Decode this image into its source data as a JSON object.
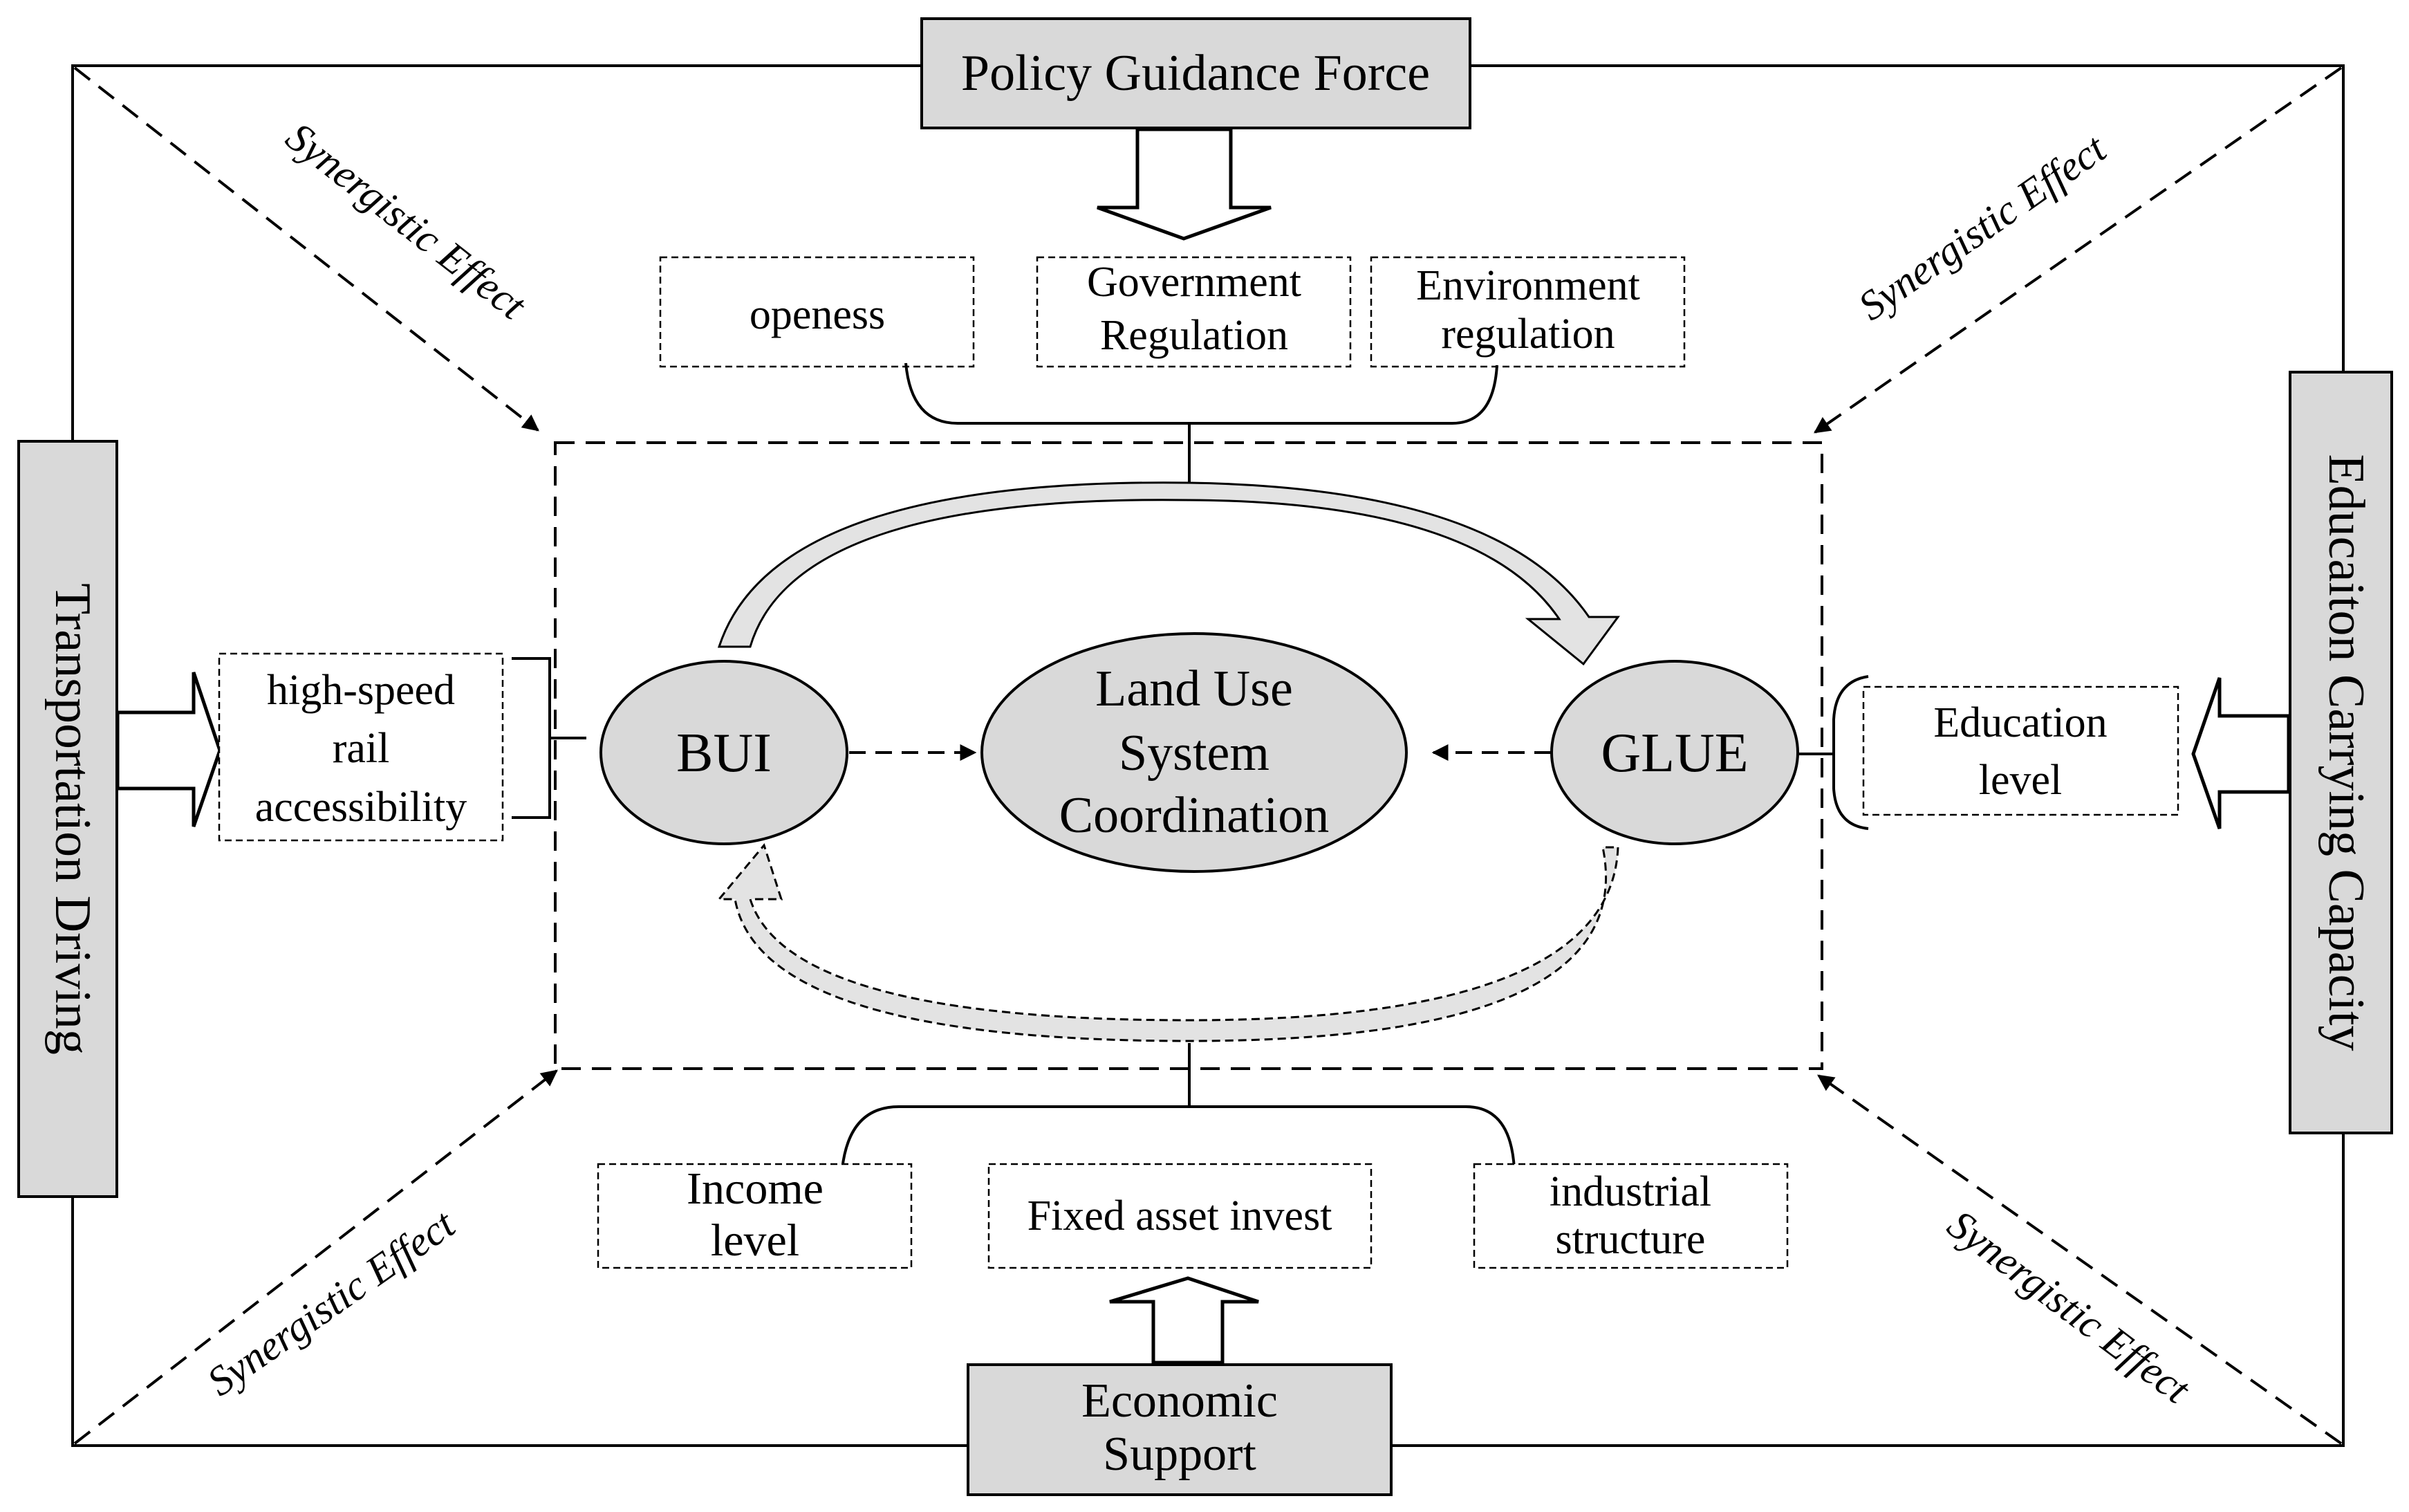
{
  "forces": {
    "policy": "Policy Guidance Force",
    "economic": [
      "Economic",
      "Support"
    ],
    "transport": "Transportation Driving",
    "education": "Educaiton Carrying Capacity"
  },
  "factors": {
    "openness": [
      "openess"
    ],
    "government": [
      "Government",
      "Regulation"
    ],
    "environment": [
      "Environment",
      "regulation"
    ],
    "hsr": [
      "high-speed",
      "rail",
      "accessibility"
    ],
    "education_level": [
      "Education",
      "level"
    ],
    "income": [
      "Income",
      "level"
    ],
    "fixed_asset": [
      "Fixed asset invest"
    ],
    "industrial": [
      "industrial",
      "structure"
    ]
  },
  "nodes": {
    "bui": "BUI",
    "glue": "GLUE",
    "center": [
      "Land Use",
      "System",
      "Coordination"
    ]
  },
  "synergy": {
    "top_left": "Synergistic Effect",
    "top_right": "Synergistic Effect",
    "bottom_left": "Synergistic Effect",
    "bottom_right": "Synergistic Effect"
  },
  "colors": {
    "box_fill": "#d9d9d9",
    "stroke": "#000000",
    "arrow_fill": "#e3e3e3"
  }
}
